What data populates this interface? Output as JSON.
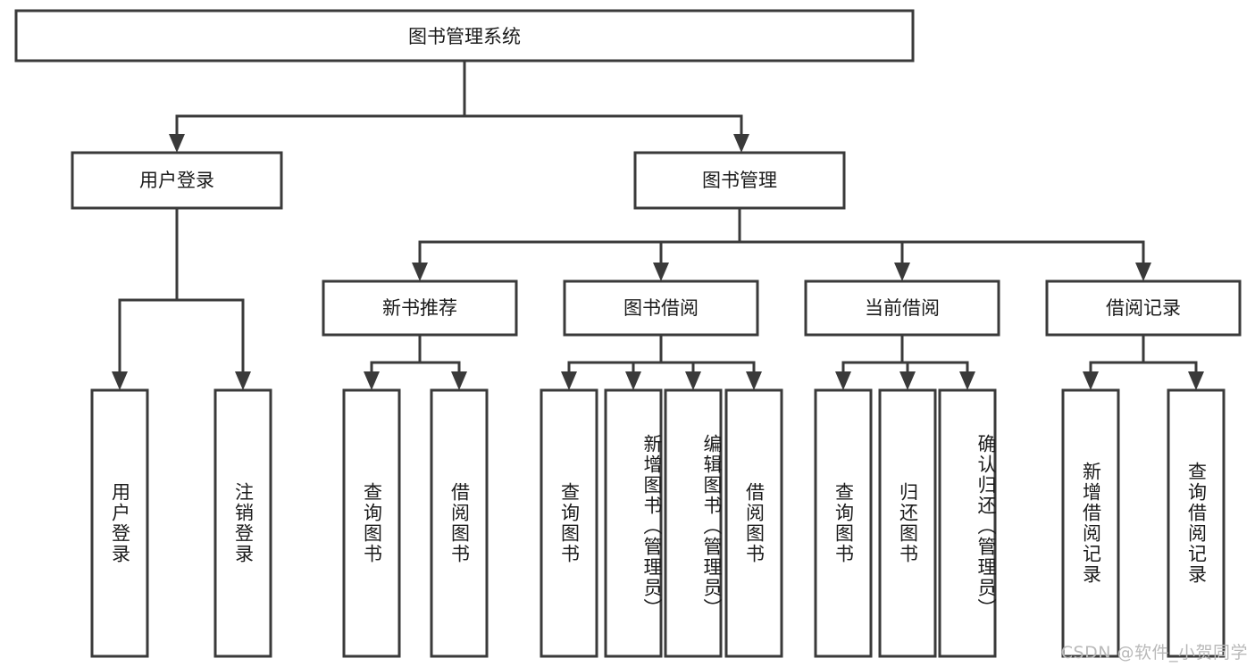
{
  "diagram": {
    "type": "tree-hierarchy",
    "title": "图书管理系统",
    "root": {
      "label": "图书管理系统",
      "orientation": "horizontal"
    },
    "level2": [
      {
        "id": "user-login",
        "label": "用户登录"
      },
      {
        "id": "book-manage",
        "label": "图书管理"
      }
    ],
    "level3": [
      {
        "id": "new-book-recommend",
        "label": "新书推荐"
      },
      {
        "id": "book-borrow",
        "label": "图书借阅"
      },
      {
        "id": "current-borrow",
        "label": "当前借阅"
      },
      {
        "id": "borrow-record",
        "label": "借阅记录"
      }
    ],
    "leaves": {
      "user_login": [
        {
          "id": "leaf-user-login",
          "label": "用户登录"
        },
        {
          "id": "leaf-logout-login",
          "label": "注销登录"
        }
      ],
      "new_book_recommend": [
        {
          "id": "leaf-query-book-1",
          "label": "查询图书"
        },
        {
          "id": "leaf-borrow-book-1",
          "label": "借阅图书"
        }
      ],
      "book_borrow": [
        {
          "id": "leaf-query-book-2",
          "label": "查询图书"
        },
        {
          "id": "leaf-add-book",
          "label": "新增图书（管理员）"
        },
        {
          "id": "leaf-edit-book",
          "label": "编辑图书（管理员）"
        },
        {
          "id": "leaf-borrow-book-2",
          "label": "借阅图书"
        }
      ],
      "current_borrow": [
        {
          "id": "leaf-query-book-3",
          "label": "查询图书"
        },
        {
          "id": "leaf-return-book",
          "label": "归还图书"
        },
        {
          "id": "leaf-confirm-return",
          "label": "确认归还（管理员）"
        }
      ],
      "borrow_record": [
        {
          "id": "leaf-add-record",
          "label": "新增借阅记录"
        },
        {
          "id": "leaf-query-record",
          "label": "查询借阅记录"
        }
      ]
    },
    "watermark": "CSDN @软件_小贺同学",
    "colors": {
      "box_stroke": "#3a3a3a",
      "box_fill": "#ffffff",
      "text": "#1b1b1b",
      "watermark": "#b9b9b9",
      "background": "#ffffff"
    }
  }
}
